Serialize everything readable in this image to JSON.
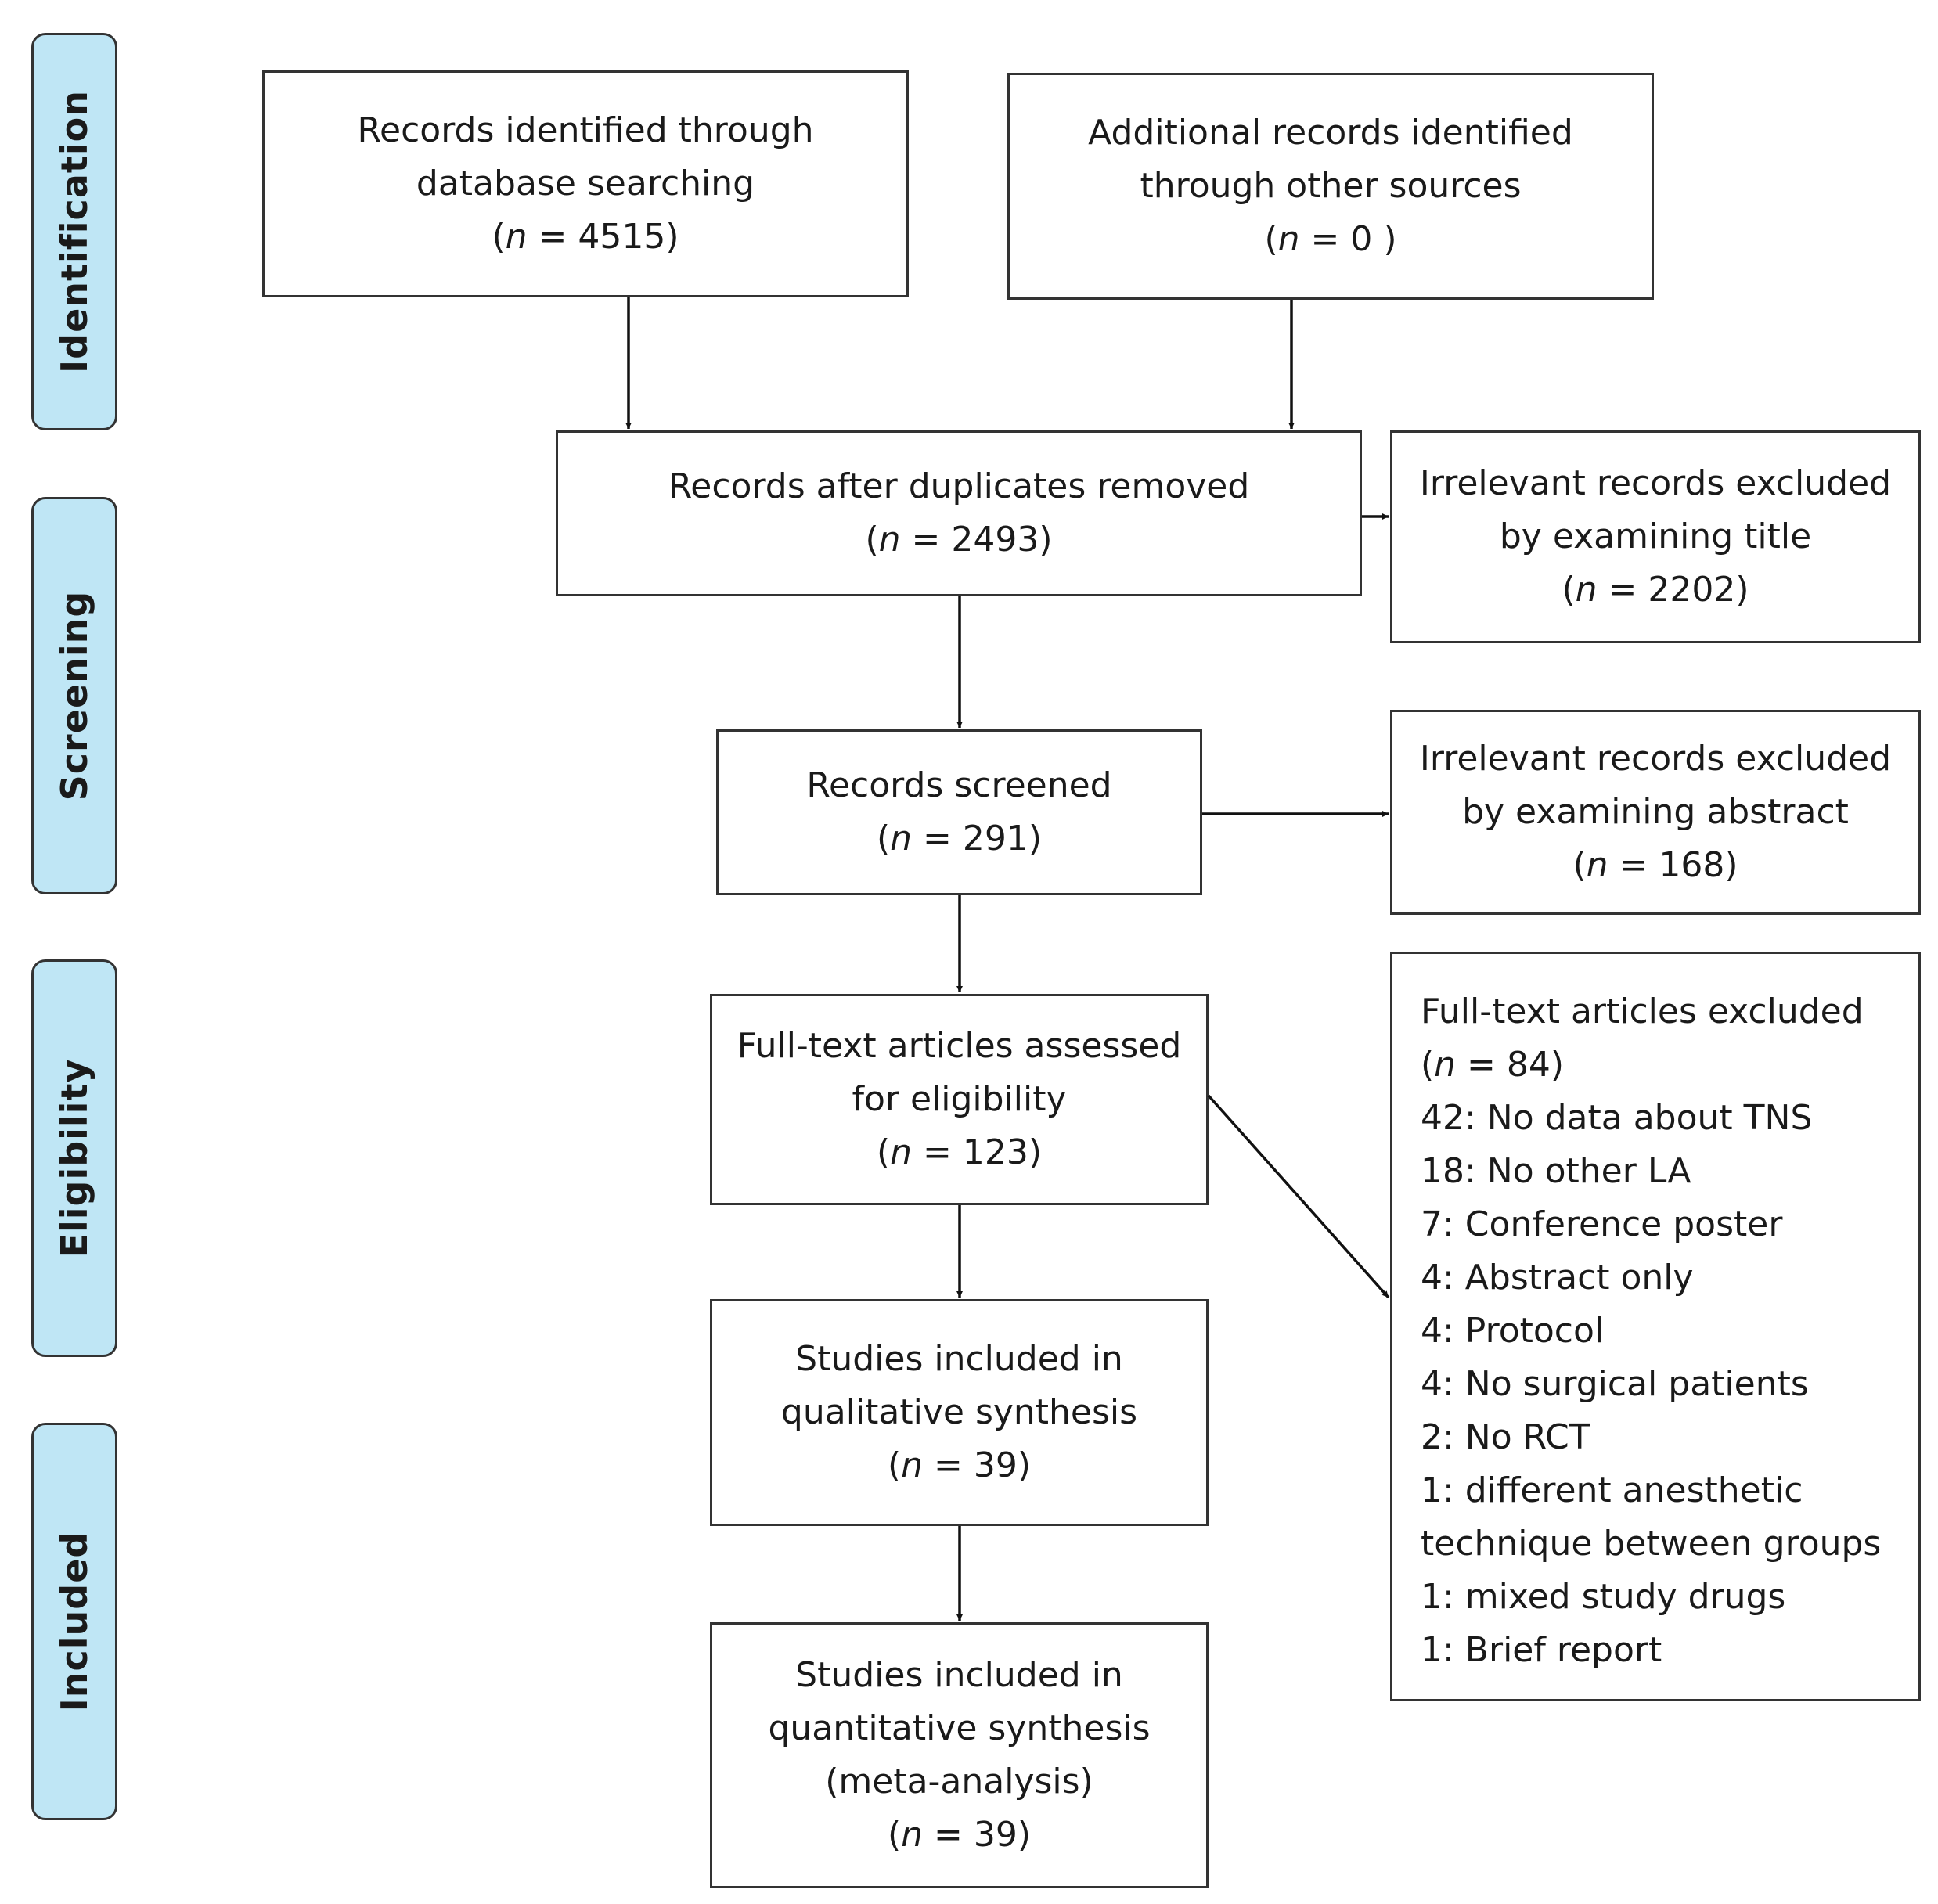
{
  "phases": {
    "identification": "Identification",
    "screening": "Screening",
    "eligibility": "Eligibility",
    "included": "Included"
  },
  "boxes": {
    "database": {
      "lines": [
        "Records identified through",
        "database searching"
      ],
      "n_prefix": "(",
      "n_symbol": "n",
      "n_suffix": " = 4515)"
    },
    "other_sources": {
      "lines": [
        "Additional records identified",
        "through other sources"
      ],
      "n_prefix": "(",
      "n_symbol": "n",
      "n_suffix": " = 0 )"
    },
    "duplicates_removed": {
      "lines": [
        "Records after duplicates removed"
      ],
      "n_prefix": "(",
      "n_symbol": "n",
      "n_suffix": " = 2493)"
    },
    "excluded_title": {
      "lines": [
        "Irrelevant records excluded",
        "by examining title"
      ],
      "n_prefix": "(",
      "n_symbol": "n",
      "n_suffix": " = 2202)"
    },
    "screened": {
      "lines": [
        "Records screened"
      ],
      "n_prefix": "(",
      "n_symbol": "n",
      "n_suffix": " = 291)"
    },
    "excluded_abstract": {
      "lines": [
        "Irrelevant records excluded",
        "by examining abstract"
      ],
      "n_prefix": "(",
      "n_symbol": "n",
      "n_suffix": " = 168)"
    },
    "fulltext_assessed": {
      "lines": [
        "Full-text articles assessed",
        "for eligibility"
      ],
      "n_prefix": "(",
      "n_symbol": "n",
      "n_suffix": " = 123)"
    },
    "fulltext_excluded": {
      "title": "Full-text articles excluded",
      "n_prefix": "(",
      "n_symbol": "n",
      "n_suffix": " = 84)",
      "reasons": [
        "42: No data about TNS",
        "18: No other LA",
        "7: Conference poster",
        "4: Abstract only",
        "4: Protocol",
        "4: No surgical patients",
        "2: No RCT",
        "1: different anesthetic",
        "technique between groups",
        "1: mixed study drugs",
        "1: Brief report"
      ]
    },
    "qualitative": {
      "lines": [
        "Studies included in",
        "qualitative synthesis"
      ],
      "n_prefix": "(",
      "n_symbol": "n",
      "n_suffix": " = 39)"
    },
    "quantitative": {
      "lines": [
        "Studies included in",
        "quantitative synthesis",
        "(meta-analysis)"
      ],
      "n_prefix": "(",
      "n_symbol": "n",
      "n_suffix": " = 39)"
    }
  }
}
